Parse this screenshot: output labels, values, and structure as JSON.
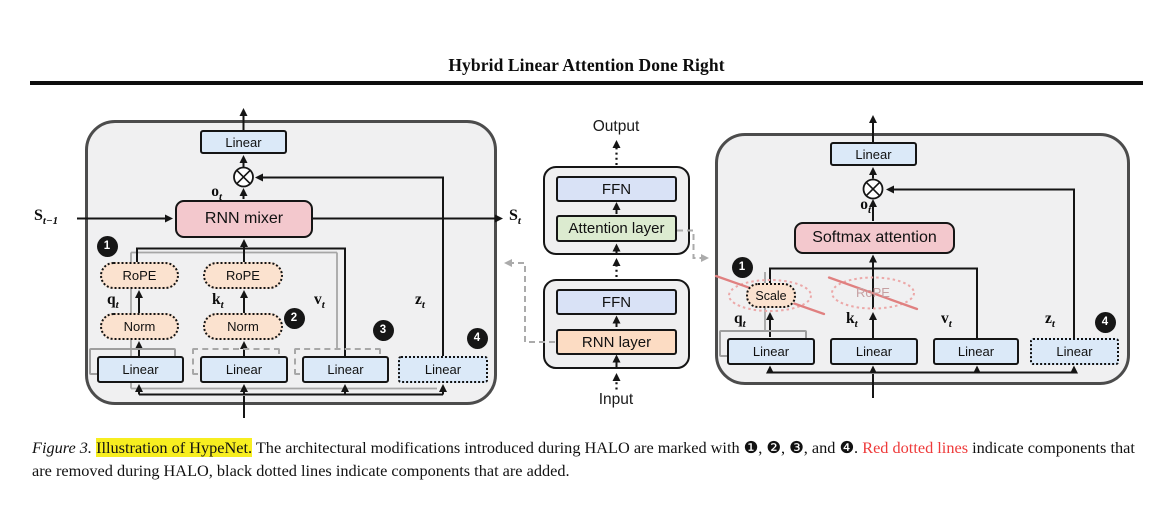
{
  "header": {
    "title": "Hybrid Linear Attention Done Right"
  },
  "icons": {
    "otimes": "⊗"
  },
  "colors": {
    "highlight_yellow": "#f7ee20",
    "caption_red": "#ee3a3a",
    "removed_red": "#e08080",
    "panel_bg": "#f0f0f1",
    "linear_box_blue": "#dbe9f8",
    "mixer_pink": "#f3c8cd",
    "pill_peach": "#fbe2cf",
    "ffn_blue": "#d9e2f6",
    "attention_green": "#dcebd0",
    "rnn_peach": "#fcdcc3"
  },
  "left_panel": {
    "top_linear": "Linear",
    "mixer": "RNN mixer",
    "out_var": {
      "base": "o",
      "sub": "t"
    },
    "state_in": {
      "base": "S",
      "sub": "t−1"
    },
    "state_out": {
      "base": "S",
      "sub": "t"
    },
    "badges": {
      "b1": "1",
      "b2": "2",
      "b3": "3",
      "b4": "4"
    },
    "q": {
      "label": {
        "base": "q",
        "sub": "t"
      },
      "rope": "RoPE",
      "norm": "Norm",
      "linear": "Linear"
    },
    "k": {
      "label": {
        "base": "k",
        "sub": "t"
      },
      "rope": "RoPE",
      "norm": "Norm",
      "linear": "Linear"
    },
    "v": {
      "label": {
        "base": "v",
        "sub": "t"
      },
      "linear": "Linear"
    },
    "z": {
      "label": {
        "base": "z",
        "sub": "t"
      },
      "linear": "Linear"
    }
  },
  "middle": {
    "output_label": "Output",
    "input_label": "Input",
    "top_block": {
      "ffn": "FFN",
      "attention": "Attention layer"
    },
    "bottom_block": {
      "ffn": "FFN",
      "rnn": "RNN layer"
    }
  },
  "right_panel": {
    "top_linear": "Linear",
    "softmax": "Softmax attention",
    "out_var": {
      "base": "o",
      "sub": "t"
    },
    "scale": "Scale",
    "removed_rope": "RoPE",
    "badges": {
      "b1": "1",
      "b4": "4"
    },
    "q": {
      "label": {
        "base": "q",
        "sub": "t"
      },
      "linear": "Linear"
    },
    "k": {
      "label": {
        "base": "k",
        "sub": "t"
      },
      "linear": "Linear"
    },
    "v": {
      "label": {
        "base": "v",
        "sub": "t"
      },
      "linear": "Linear"
    },
    "z": {
      "label": {
        "base": "z",
        "sub": "t"
      },
      "linear": "Linear"
    }
  },
  "caption": {
    "figure_label": "Figure 3.",
    "highlight": "Illustration of HypeNet.",
    "body_1": "The architectural modifications introduced during HALO are marked with ❶, ❷, ❸, and ❹.",
    "red_text": "Red dotted lines",
    "body_2": "indicate components that are removed during HALO, black dotted lines indicate components that are added."
  }
}
